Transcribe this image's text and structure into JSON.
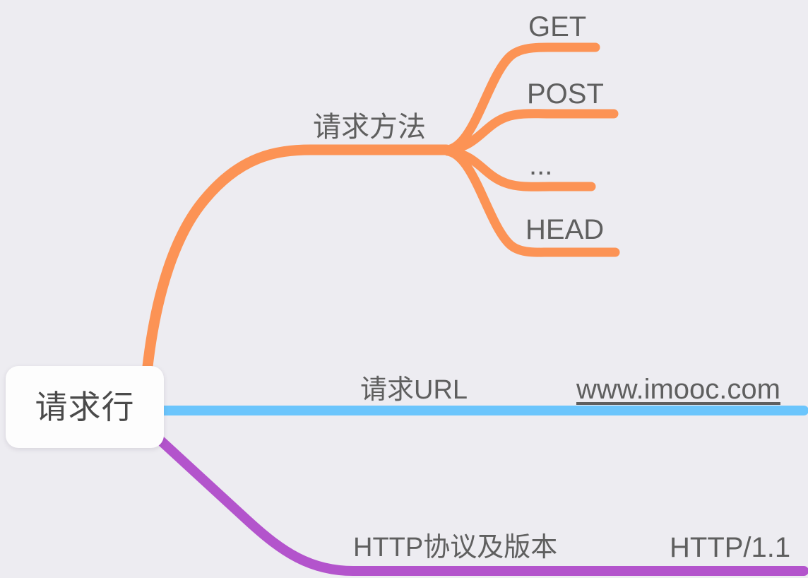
{
  "diagram": {
    "type": "mindmap",
    "background_color": "#edecf1",
    "text_color": "#5f5f5f",
    "root": {
      "label": "请求行",
      "box_color": "#fdfdfd"
    },
    "branches": [
      {
        "id": "method",
        "label": "请求方法",
        "color": "#fc9355",
        "children": [
          {
            "id": "get",
            "label": "GET"
          },
          {
            "id": "post",
            "label": "POST"
          },
          {
            "id": "ellipsis",
            "label": "..."
          },
          {
            "id": "head",
            "label": "HEAD"
          }
        ]
      },
      {
        "id": "url",
        "label": "请求URL",
        "color": "#6bc5fc",
        "value": "www.imooc.com"
      },
      {
        "id": "protocol",
        "label": "HTTP协议及版本",
        "color": "#b354cc",
        "value": "HTTP/1.1"
      }
    ]
  },
  "colors": {
    "orange": "#fc9355",
    "blue": "#6bc5fc",
    "purple": "#b354cc",
    "background": "#edecf1",
    "text": "#5f5f5f"
  }
}
